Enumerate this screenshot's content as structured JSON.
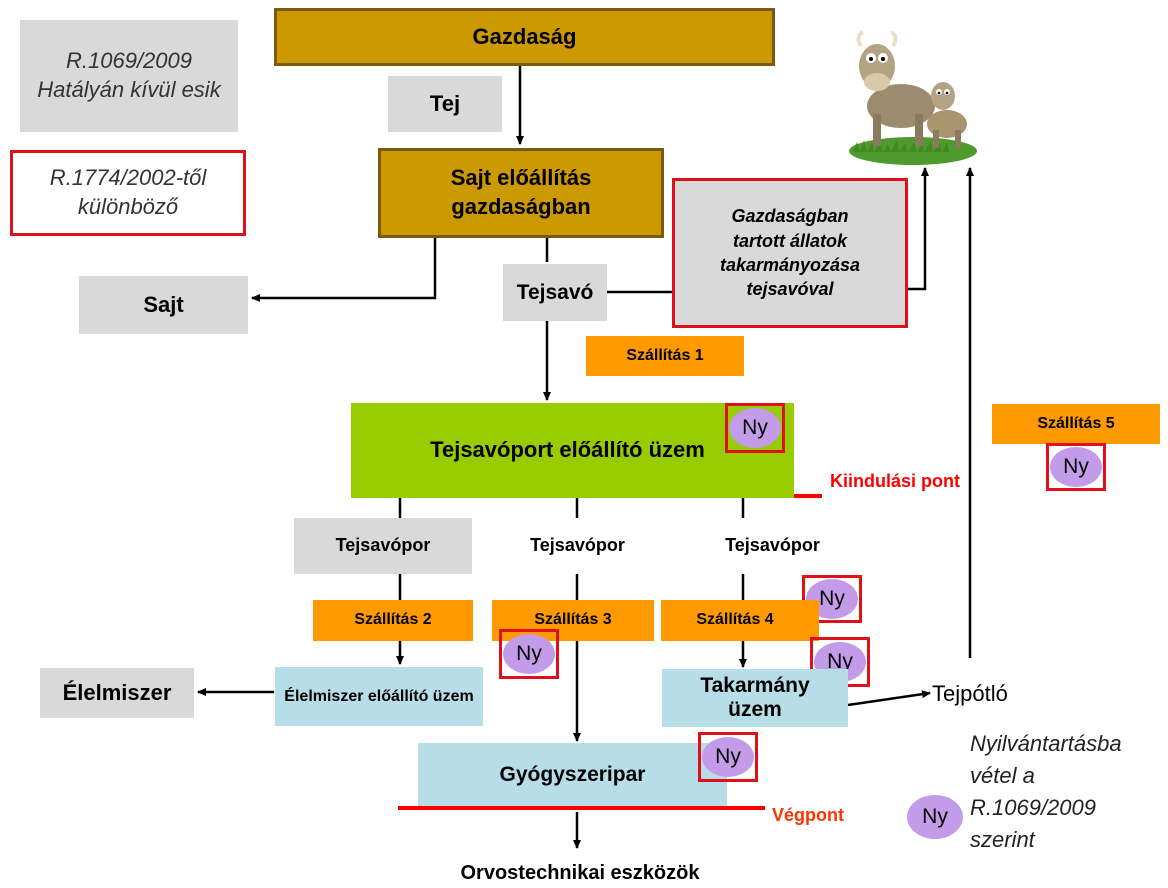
{
  "nodes": {
    "gazdasag": "Gazdaság",
    "tej": "Tej",
    "sajt_eloallitas": "Sajt előállítás gazdaságban",
    "sajt": "Sajt",
    "tejsavo": "Tejsavó",
    "takarmanyozas": "Gazdaságban tartott állatok takarmányozása tejsavóval",
    "szallitas1": "Szállítás 1",
    "tejsavopor_uzem": "Tejsavóport előállító üzem",
    "szallitas5": "Szállítás 5",
    "kiindulasi_pont": "Kiindulási pont",
    "tejsavopor1": "Tejsavópor",
    "tejsavopor2": "Tejsavópor",
    "tejsavopor3": "Tejsavópor",
    "szallitas2": "Szállítás 2",
    "szallitas3": "Szállítás 3",
    "szallitas4": "Szállítás 4",
    "elelmiszer": "Élelmiszer",
    "elelmiszer_uzem": "Élelmiszer előállító üzem",
    "takarmany_uzem": "Takarmány üzem",
    "tejpotlo": "Tejpótló",
    "gyogyszeripar": "Gyógyszeripar",
    "vegpont": "Végpont",
    "orvostechnikai": "Orvostechnikai eszközök"
  },
  "notes": {
    "regulation_out": "R.1069/2009 Hatályán kívül esik",
    "regulation_diff": "R.1774/2002-től különböző"
  },
  "ny_label": "Ny",
  "legend": {
    "badge": "Ny",
    "text": "Nyilvántartásba vétel a R.1069/2009 szerint"
  },
  "image": {
    "cow_icon": "cows-illustration-icon"
  },
  "colors": {
    "farm": "#cc9900",
    "plant": "#99cc00",
    "transport": "#ff9900",
    "processing": "#b7dde8",
    "neutral": "#d9d9d9",
    "registration_badge": "#c39be8",
    "highlight": "#ff0000"
  }
}
